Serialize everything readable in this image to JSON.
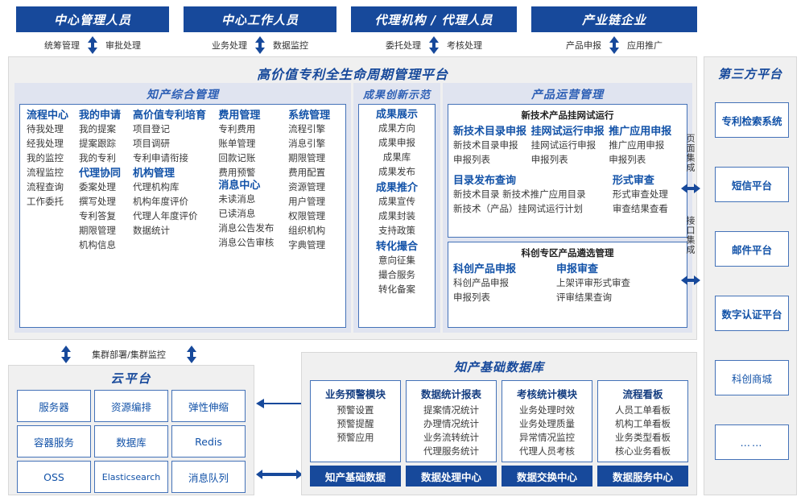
{
  "roles": [
    {
      "title": "中心管理人员",
      "left": "统筹管理",
      "right": "审批处理"
    },
    {
      "title": "中心工作人员",
      "left": "业务处理",
      "right": "数据监控"
    },
    {
      "title": "代理机构 / 代理人员",
      "left": "委托处理",
      "right": "考核处理"
    },
    {
      "title": "产业链企业",
      "left": "产品申报",
      "right": "应用推广"
    }
  ],
  "platform": {
    "title": "高价值专利全生命周期管理平台",
    "panels": {
      "zhichan": {
        "title": "知产综合管理",
        "columns": [
          {
            "groups": [
              {
                "head": "流程中心",
                "items": [
                  "待我处理",
                  "经我处理",
                  "我的监控",
                  "流程监控",
                  "流程查询",
                  "工作委托"
                ]
              }
            ]
          },
          {
            "groups": [
              {
                "head": "我的申请",
                "items": [
                  "我的提案",
                  "提案跟踪",
                  "我的专利"
                ]
              },
              {
                "head": "代理协同",
                "items": [
                  "委案处理",
                  "撰写处理",
                  "专利答复",
                  "期限管理",
                  "机构信息"
                ]
              }
            ]
          },
          {
            "groups": [
              {
                "head": "高价值专利培育",
                "items": [
                  "项目登记",
                  "项目调研",
                  "专利申请衔接"
                ]
              },
              {
                "head": "机构管理",
                "items": [
                  "代理机构库",
                  "机构年度评价",
                  "代理人年度评价",
                  "数据统计"
                ]
              }
            ]
          },
          {
            "groups": [
              {
                "head": "费用管理",
                "items": [
                  "专利费用",
                  "账单管理",
                  "回款记账",
                  "费用预警"
                ]
              },
              {
                "head": "消息中心",
                "items": [
                  "未读消息",
                  "已读消息",
                  "消息公告发布",
                  "消息公告审核"
                ]
              }
            ]
          },
          {
            "groups": [
              {
                "head": "系统管理",
                "items": [
                  "流程引擎",
                  "消息引擎",
                  "期限管理",
                  "费用配置",
                  "资源管理",
                  "用户管理",
                  "权限管理",
                  "组织机构",
                  "字典管理"
                ]
              }
            ]
          }
        ]
      },
      "chengguo": {
        "title": "成果创新示范",
        "groups": [
          {
            "head": "成果展示",
            "items": [
              "成果方向",
              "成果申报",
              "成果库",
              "成果发布"
            ]
          },
          {
            "head": "成果推介",
            "items": [
              "成果宣传",
              "成果封装",
              "支持政策"
            ]
          },
          {
            "head": "转化撮合",
            "items": [
              "意向征集",
              "撮合服务",
              "转化备案"
            ]
          }
        ]
      },
      "chanpin": {
        "title": "产品运营管理",
        "box1": {
          "title": "新技术产品挂网试运行",
          "columns": [
            {
              "head": "新技术目录申报",
              "items": [
                "新技术目录申报",
                "申报列表"
              ]
            },
            {
              "head": "挂网试运行申报",
              "items": [
                "挂网试运行申报",
                "申报列表"
              ]
            },
            {
              "head": "推广应用申报",
              "items": [
                "推广应用申报",
                "申报列表"
              ]
            }
          ],
          "row2": [
            {
              "head": "目录发布查询",
              "items": [
                "新技术目录    新技术推广应用目录",
                "新技术（产品）挂网试运行计划"
              ]
            },
            {
              "head": "形式审查",
              "items": [
                "形式审查处理",
                "审查结果查看"
              ]
            }
          ]
        },
        "box2": {
          "title": "科创专区产品遴选管理",
          "columns": [
            {
              "head": "科创产品申报",
              "items": [
                "科创产品申报",
                "申报列表"
              ]
            },
            {
              "head": "申报审查",
              "items": [
                "上架评审形式审查",
                "评审结果查询"
              ]
            }
          ]
        }
      }
    }
  },
  "integration": {
    "page": "页面集成",
    "api": "接口集成"
  },
  "third_party": {
    "title": "第三方平台",
    "items": [
      "专利检索系统",
      "短信平台",
      "邮件平台",
      "数字认证平台",
      "科创商城",
      "……"
    ]
  },
  "cloud": {
    "cluster_label": "集群部署/集群监控",
    "title": "云平台",
    "cells": [
      "服务器",
      "资源编排",
      "弹性伸缩",
      "容器服务",
      "数据库",
      "Redis",
      "OSS",
      "Elasticsearch",
      "消息队列"
    ]
  },
  "database": {
    "title": "知产基础数据库",
    "columns": [
      {
        "head": "业务预警模块",
        "items": [
          "预警设置",
          "预警提醒",
          "预警应用"
        ],
        "foot": "知产基础数据"
      },
      {
        "head": "数据统计报表",
        "items": [
          "提案情况统计",
          "办理情况统计",
          "业务流转统计",
          "代理服务统计"
        ],
        "foot": "数据处理中心"
      },
      {
        "head": "考核统计模块",
        "items": [
          "业务处理时效",
          "业务处理质量",
          "异常情况监控",
          "代理人员考核"
        ],
        "foot": "数据交换中心"
      },
      {
        "head": "流程看板",
        "items": [
          "人员工单看板",
          "机构工单看板",
          "业务类型看板",
          "核心业务看板"
        ],
        "foot": "数据服务中心"
      }
    ]
  },
  "colors": {
    "brand_blue": "#17499B",
    "accent_blue": "#2D5FB5",
    "panel_band": "#E0E4F0",
    "shell_gray": "#F0F0F0",
    "box_border": "#4472B8"
  }
}
